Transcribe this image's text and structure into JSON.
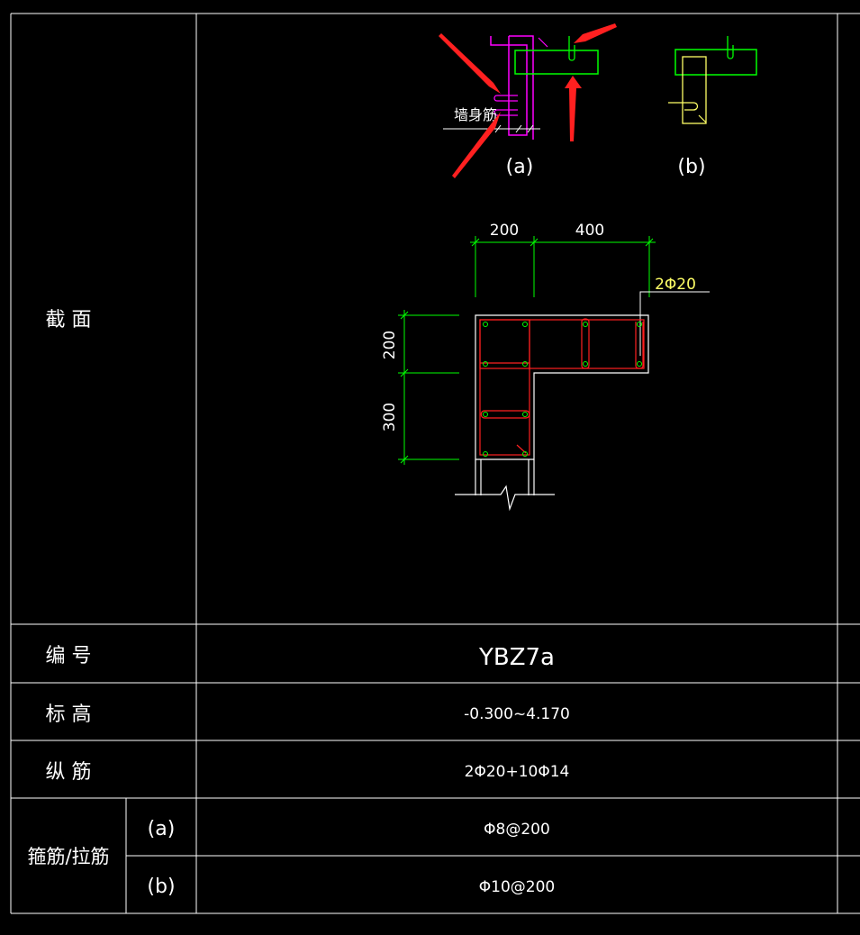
{
  "table": {
    "section_label": "截 面",
    "id_label": "编 号",
    "id_value": "YBZ7a",
    "elevation_label": "标 高",
    "elevation_value": "-0.300~4.170",
    "long_bar_label": "纵 筋",
    "long_bar_value": "2Φ20+10Φ14",
    "stirrup_label": "箍筋/拉筋",
    "stirrup_a_label": "(a)",
    "stirrup_a_value": "Φ8@200",
    "stirrup_b_label": "(b)",
    "stirrup_b_value": "Φ10@200"
  },
  "detail": {
    "wall_bar_label": "墙身筋",
    "caption_a": "(a)",
    "caption_b": "(b)"
  },
  "section": {
    "dim_top_left": "200",
    "dim_top_right": "400",
    "dim_left_top": "200",
    "dim_left_bottom": "300",
    "rebar_callout": "2Φ20"
  },
  "colors": {
    "background": "#000000",
    "grid": "#ffffff",
    "dimension": "#00ff00",
    "rebar_red": "#ff0000",
    "magenta": "#ff00ff",
    "yellow": "#ffff66",
    "arrow": "#ff2020"
  }
}
